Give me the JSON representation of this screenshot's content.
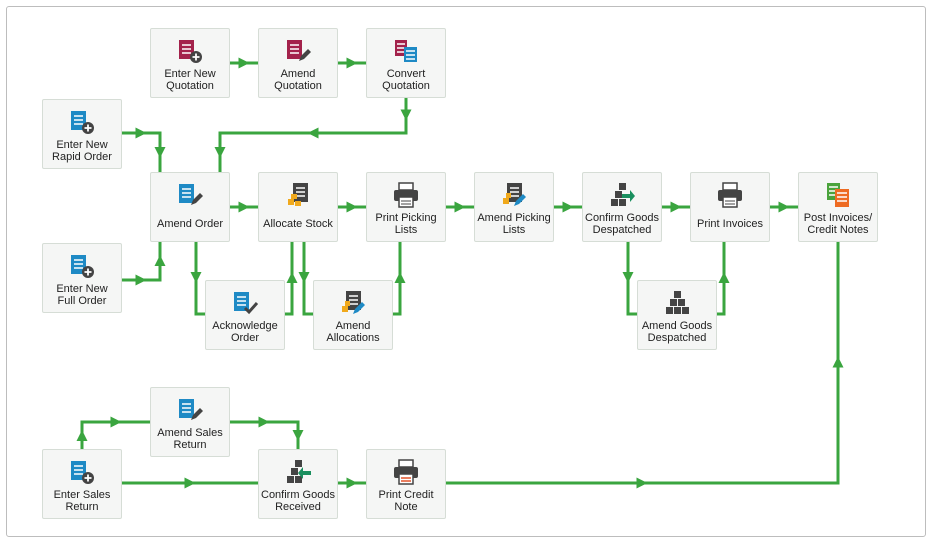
{
  "nodes": {
    "enter_new_quotation": "Enter New\nQuotation",
    "amend_quotation": "Amend\nQuotation",
    "convert_quotation": "Convert\nQuotation",
    "enter_new_rapid_order": "Enter New\nRapid Order",
    "enter_new_full_order": "Enter New\nFull Order",
    "amend_order": "Amend Order",
    "allocate_stock": "Allocate Stock",
    "print_picking_lists": "Print Picking\nLists",
    "amend_picking_lists": "Amend Picking\nLists",
    "confirm_goods_despatched": "Confirm Goods\nDespatched",
    "print_invoices": "Print Invoices",
    "post_invoices_credit_notes": "Post Invoices/\nCredit Notes",
    "acknowledge_order": "Acknowledge\nOrder",
    "amend_allocations": "Amend\nAllocations",
    "amend_goods_despatched": "Amend Goods\nDespatched",
    "amend_sales_return": "Amend Sales\nReturn",
    "enter_sales_return": "Enter Sales\nReturn",
    "confirm_goods_received": "Confirm Goods\nReceived",
    "print_credit_note": "Print Credit\nNote"
  },
  "icons": {
    "enter_new_quotation": "quotation-add-icon",
    "amend_quotation": "quotation-edit-icon",
    "convert_quotation": "quotation-convert-icon",
    "enter_new_rapid_order": "order-add-icon",
    "enter_new_full_order": "order-add-icon",
    "amend_order": "order-edit-icon",
    "allocate_stock": "stock-allocate-icon",
    "print_picking_lists": "printer-icon",
    "amend_picking_lists": "picking-list-edit-icon",
    "confirm_goods_despatched": "goods-despatch-icon",
    "print_invoices": "printer-icon",
    "post_invoices_credit_notes": "post-documents-icon",
    "acknowledge_order": "order-acknowledge-icon",
    "amend_allocations": "allocation-edit-icon",
    "amend_goods_despatched": "goods-stack-icon",
    "amend_sales_return": "return-edit-icon",
    "enter_sales_return": "return-add-icon",
    "confirm_goods_received": "goods-receive-icon",
    "print_credit_note": "printer-red-icon"
  },
  "colors": {
    "connector": "#3aa53f",
    "quotation": "#a3224b",
    "order": "#1e8ac5",
    "dark": "#444444",
    "stock": "#f0a91c",
    "printer_red": "#e2532a",
    "post_green": "#4aa33c",
    "post_orange": "#ee6b22",
    "despatch_green": "#1a8f5e"
  }
}
